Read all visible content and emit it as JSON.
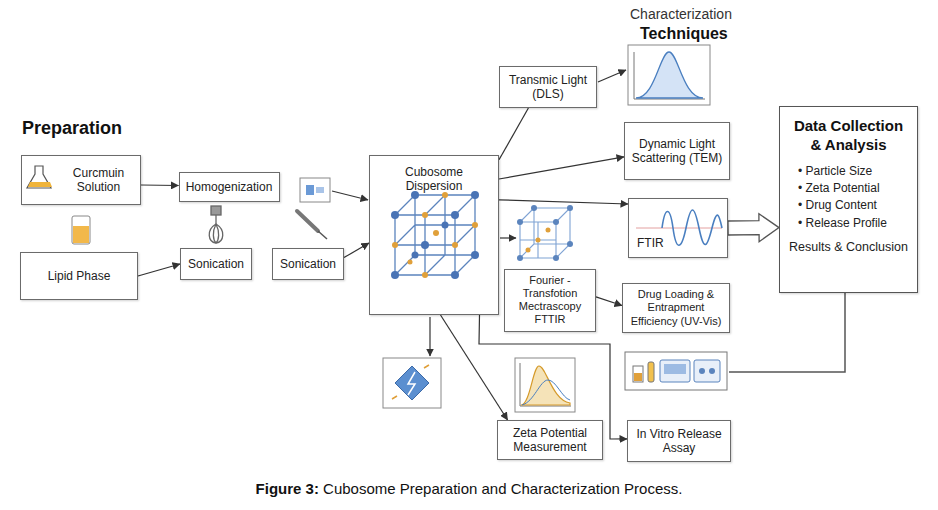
{
  "diagram": {
    "caption": "Figure 3: Cubosome Preparation and Characterization Process.",
    "nodes": [
      {
        "text": [
          "Curcmuin Solution"
        ]
      },
      {
        "text": [
          "Lipid Phase"
        ]
      },
      {
        "text": [
          "Homogenization"
        ]
      },
      {
        "text": [
          "Sonication"
        ]
      },
      {
        "text": [
          "Sonication"
        ]
      },
      {
        "text": [
          "Cubosome Dispersion"
        ]
      },
      {
        "text": [
          "Transmic Light (DLS)"
        ]
      },
      {
        "text": [
          "Dynamic Light Scattering (TEM)"
        ]
      },
      {
        "text": [
          "FTIR"
        ]
      },
      {
        "text": [
          "Fourier -Transfotion Mectrascopy FTTIR"
        ]
      },
      {
        "text": [
          "Drug Loading & Entrapment Efficiency (UV-Vis)"
        ]
      },
      {
        "text": [
          "Zeta Potential Measurement"
        ]
      },
      {
        "text": [
          "In Vitro Release Assay"
        ]
      },
      {
        "text": [
          "Data Collection & Analysis",
          "• Particle Size",
          "• Zeta Potential",
          "• Drug Content",
          "• Release Profile",
          "Results & Conclusion"
        ]
      }
    ],
    "edges": [
      {
        "from": 0,
        "to": 2,
        "arrow": "to"
      },
      {
        "from": 1,
        "to": 3,
        "arrow": "to"
      },
      {
        "from": 4,
        "to": 5,
        "arrow": "to"
      },
      {
        "from": 5,
        "to": 6,
        "arrow": "none"
      },
      {
        "from": 5,
        "to": 7,
        "arrow": "to"
      },
      {
        "from": 5,
        "to": 8,
        "arrow": "to"
      },
      {
        "from": 8,
        "to": 13,
        "arrow": "to"
      },
      {
        "from": 9,
        "to": 10,
        "arrow": "to"
      },
      {
        "from": 5,
        "to": 11,
        "arrow": "to"
      },
      {
        "from": 5,
        "to": 12,
        "arrow": "to"
      }
    ],
    "labels": [
      "Preparation",
      "Characterization",
      "Techniques"
    ]
  }
}
